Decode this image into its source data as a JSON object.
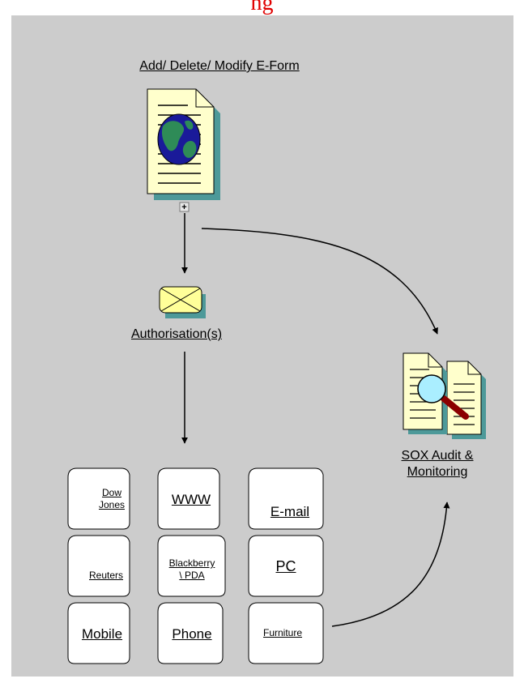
{
  "header_fragment": "ng",
  "form": {
    "title": "Add/ Delete/ Modify E-Form",
    "expand_glyph": "+"
  },
  "authorisation": {
    "label": "Authorisation(s)"
  },
  "audit": {
    "line1": "SOX Audit &",
    "line2": "Monitoring"
  },
  "folders": {
    "dow_jones": {
      "line1": "Dow",
      "line2": "Jones"
    },
    "www": {
      "label": "WWW"
    },
    "email": {
      "label": "E-mail"
    },
    "reuters": {
      "label": "Reuters"
    },
    "blackberry": {
      "line1": "Blackberry",
      "line2": "\\ PDA"
    },
    "pc": {
      "label": "PC"
    },
    "mobile": {
      "label": "Mobile"
    },
    "phone": {
      "label": "Phone"
    },
    "furniture": {
      "label": "Furniture"
    }
  },
  "colors": {
    "background": "#cccccc",
    "document_fill": "#ffffcc",
    "shadow": "#4d9999",
    "globe_ocean": "#1a1a99",
    "globe_land": "#2e8b57",
    "envelope_fill": "#ffff99",
    "magnifier_lens": "#aaeeff",
    "magnifier_handle": "#8b0000",
    "header_text": "#e00000"
  }
}
